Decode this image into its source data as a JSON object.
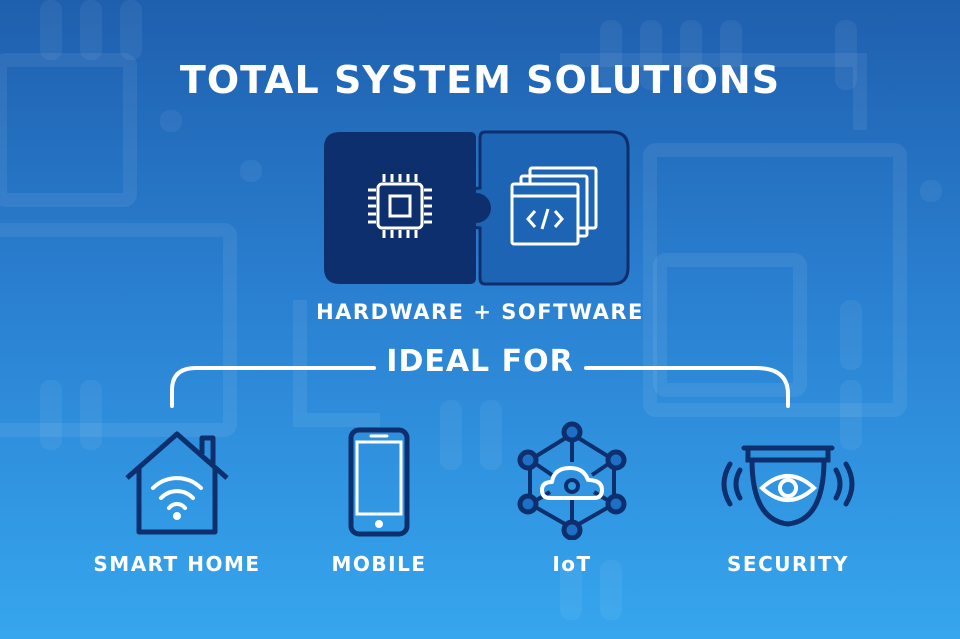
{
  "title": "TOTAL SYSTEM SOLUTIONS",
  "puzzle": {
    "left_icon": "microchip-icon",
    "right_icon": "code-window-icon",
    "caption": "HARDWARE + SOFTWARE"
  },
  "ideal_for": {
    "label": "IDEAL FOR",
    "categories": [
      {
        "label": "SMART HOME",
        "icon": "smart-home-icon"
      },
      {
        "label": "MOBILE",
        "icon": "mobile-phone-icon"
      },
      {
        "label": "IoT",
        "icon": "iot-network-icon"
      },
      {
        "label": "SECURITY",
        "icon": "security-camera-icon"
      }
    ]
  },
  "colors": {
    "background_top": "#1f5fae",
    "background_bottom": "#36a6ee",
    "dark_navy": "#0d2f6e",
    "icon_stroke": "#0d2f6e",
    "text": "#ffffff"
  }
}
